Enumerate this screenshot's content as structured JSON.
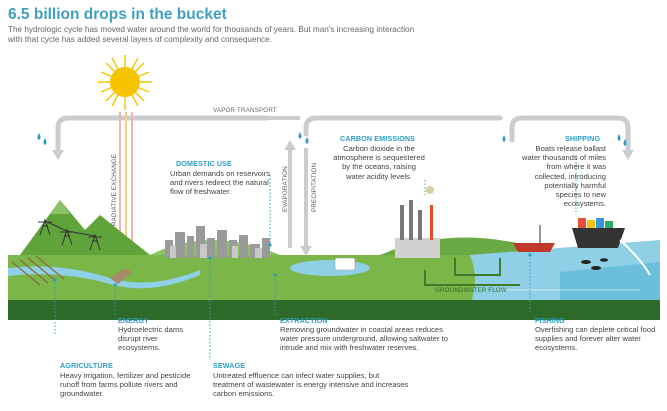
{
  "header": {
    "title": "6.5 billion drops in the bucket",
    "subtitle": "The hydrologic cycle has moved water around the world for thousands of years. But man's increasing interaction with that cycle has added several layers of complexity and consequence."
  },
  "flows": {
    "vapor_transport": "VAPOR TRANSPORT",
    "radiative_exchange": "RADIATIVE EXCHANGE",
    "evaporation": "EVAPORATION",
    "precipitation": "PRECIPITATION",
    "groundwater_flow": "GROUNDWATER FLOW"
  },
  "callouts": {
    "domestic_use": {
      "title": "DOMESTIC USE",
      "text": "Urban demands on reservoirs and rivers redirect the natural flow of freshwater."
    },
    "carbon_emissions": {
      "title": "CARBON EMISSIONS",
      "text": "Carbon dioxide in the atmosphere is sequestered by the oceans, raising water acidity levels."
    },
    "shipping": {
      "title": "SHIPPING",
      "text": "Boats release ballast water thousands of miles from where it was collected, introducing potentially harmful species to new ecosystems."
    },
    "energy": {
      "title": "ENERGY",
      "text": "Hydroelectric dams disrupt river ecosystems."
    },
    "extraction": {
      "title": "EXTRACTION",
      "text": "Removing groundwater in coastal areas reduces water pressure underground, allowing saltwater to intrude and mix with freshwater reserves."
    },
    "fishing": {
      "title": "FISHING",
      "text": "Overfishing can deplete critical food supplies and forever alter water ecosystems."
    },
    "agriculture": {
      "title": "AGRICULTURE",
      "text": "Heavy irrigation, fertilizer and pesticide runoff from farms pollute rivers and groundwater."
    },
    "sewage": {
      "title": "SEWAGE",
      "text": "Untreated effluence can infect water supplies, but treatment of wastewater is energy intensive and increases carbon emissions."
    }
  },
  "colors": {
    "title_blue": "#3fa0c2",
    "sky_arrow_gray": "#c9cdd0",
    "water_blue": "#8fd0e6",
    "land_green": "#7ab648",
    "dark_green": "#3d7a2a",
    "sun_yellow": "#f6c500"
  }
}
